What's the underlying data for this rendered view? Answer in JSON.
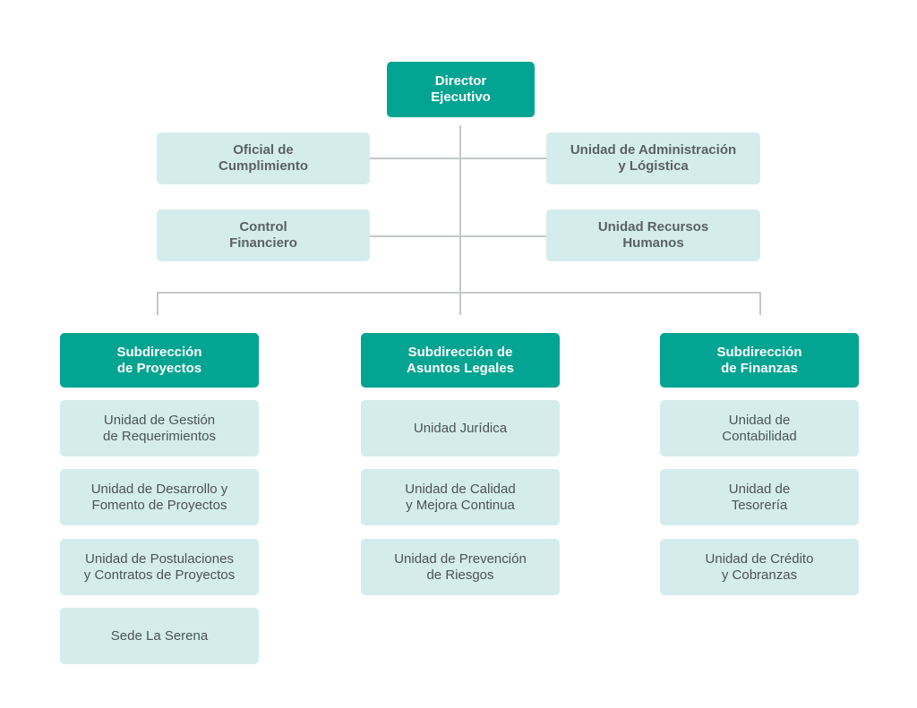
{
  "director": "Director\nEjecutivo",
  "staff": {
    "oficial": "Oficial de\nCumplimiento",
    "control": "Control\nFinanciero",
    "administracion": "Unidad de  Administración\ny Lógistica",
    "rrhh": "Unidad Recursos\nHumanos"
  },
  "divisions": [
    {
      "title": "Subdirección\nde Proyectos",
      "units": [
        "Unidad de Gestión\nde Requerimientos",
        "Unidad de Desarrollo y\nFomento de Proyectos",
        "Unidad de Postulaciones\ny Contratos de Proyectos",
        "Sede  La Serena"
      ]
    },
    {
      "title": "Subdirección de\nAsuntos Legales",
      "units": [
        "Unidad Jurídica",
        "Unidad de Calidad\ny Mejora Continua",
        "Unidad de Prevención\nde Riesgos"
      ]
    },
    {
      "title": "Subdirección\nde Finanzas",
      "units": [
        "Unidad de\nContabilidad",
        "Unidad de\nTesorería",
        "Unidad de Crédito\ny Cobranzas"
      ]
    }
  ]
}
